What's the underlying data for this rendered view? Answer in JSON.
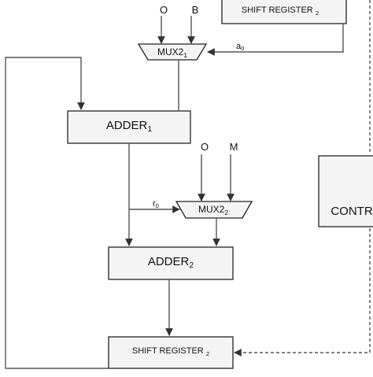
{
  "blocks": {
    "shift_register_top": {
      "label": "SHIFT REGISTER ",
      "sub": "2"
    },
    "mux1": {
      "label": "MUX2",
      "sub": "1"
    },
    "adder1": {
      "label": "ADDER",
      "sub": "1"
    },
    "mux2": {
      "label": "MUX2",
      "sub": "2"
    },
    "adder2": {
      "label": "ADDER",
      "sub": "2"
    },
    "shift_register_bottom": {
      "label": "SHIFT REGISTER ",
      "sub": "2"
    },
    "controller": {
      "label": "CONTR"
    }
  },
  "signals": {
    "mux1_in_left": "O",
    "mux1_in_right": "B",
    "mux1_select": "a",
    "mux1_select_sub": "0",
    "mux2_in_left": "O",
    "mux2_in_right": "M",
    "mux2_select": "r",
    "mux2_select_sub": "0"
  }
}
